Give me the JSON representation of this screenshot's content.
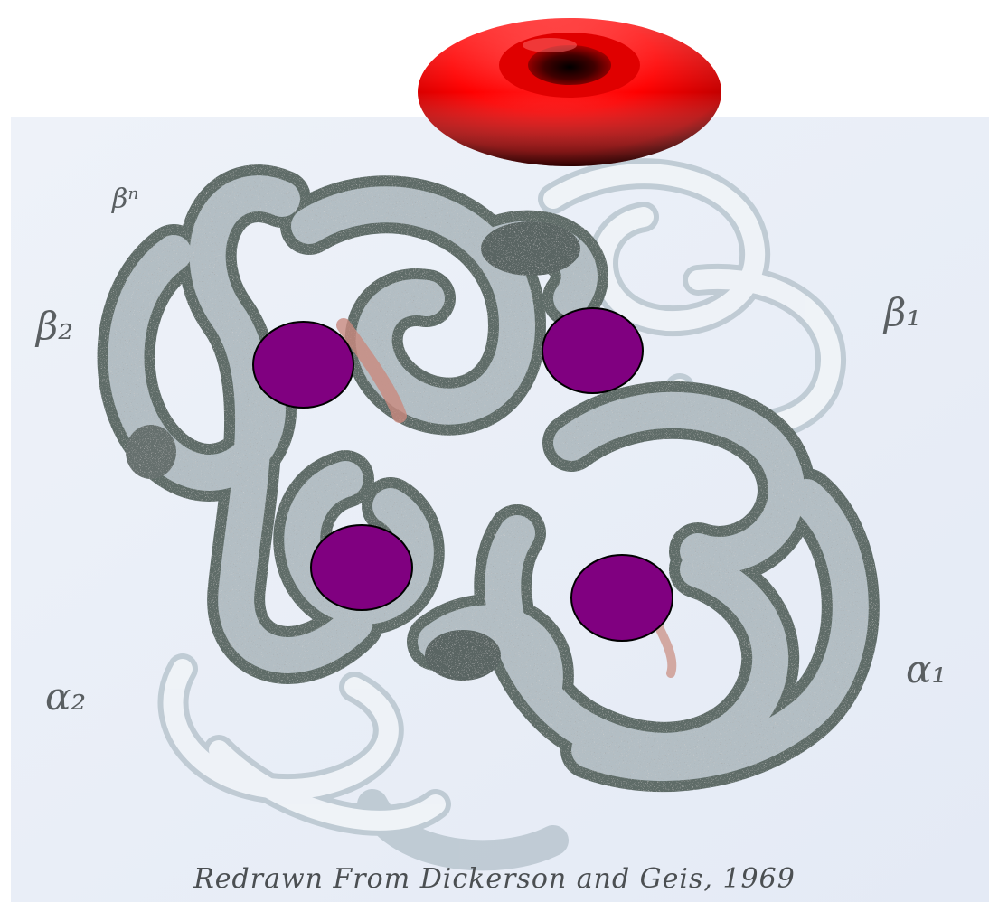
{
  "labels": {
    "beta2": "β₂",
    "beta1": "β₁",
    "alpha2": "α₂",
    "alpha1": "α₁",
    "beta_n": "βⁿ"
  },
  "caption": "Redrawn From Dickerson and Geis, 1969",
  "colors": {
    "panel_background": "#e9eef7",
    "tube_fill": "#b6c1c7",
    "tube_outline": "#5b6a66",
    "heme_fill": "#800080",
    "heme_outline": "#000000",
    "rbc_red": "#ff0000",
    "rbc_dark": "#5a0000",
    "heme_group_pink": "#c98a7e"
  },
  "icons": [
    "red-blood-cell-icon",
    "heme-group-icon"
  ]
}
